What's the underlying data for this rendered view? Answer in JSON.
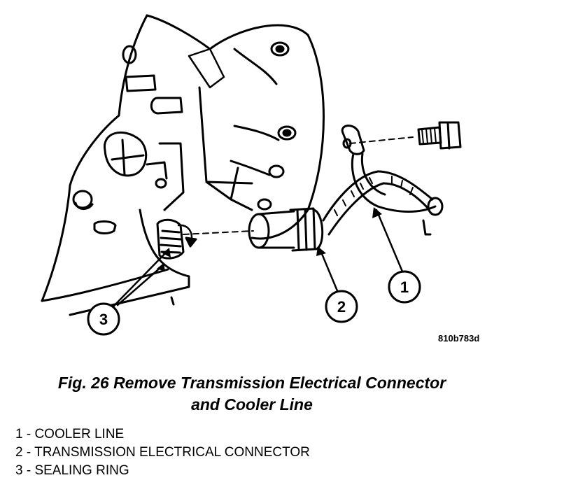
{
  "figure": {
    "code": "810b783d",
    "callouts": [
      {
        "number": "1"
      },
      {
        "number": "2"
      },
      {
        "number": "3"
      }
    ]
  },
  "caption": {
    "line1": "Fig. 26 Remove Transmission Electrical Connector",
    "line2": "and Cooler Line"
  },
  "legend": [
    "1 - COOLER LINE",
    "2 - TRANSMISSION ELECTRICAL CONNECTOR",
    "3 - SEALING RING"
  ]
}
